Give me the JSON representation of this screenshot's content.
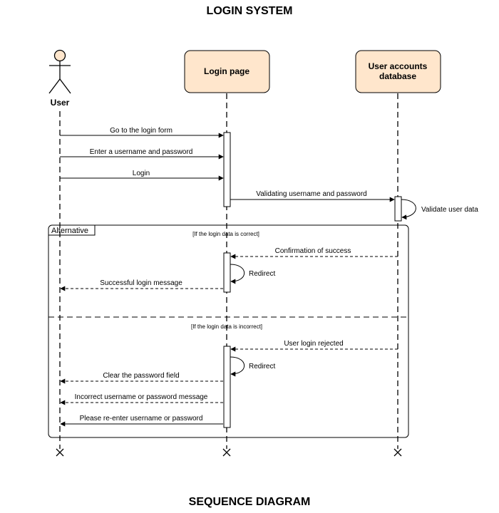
{
  "title": "LOGIN SYSTEM",
  "footer": "SEQUENCE DIAGRAM",
  "colors": {
    "participant_fill": "#ffe6cc",
    "actor_fill": "#ffe6cc",
    "stroke": "#000000"
  },
  "participants": {
    "user": "User",
    "login_page": "Login page",
    "database_line1": "User accounts",
    "database_line2": "database"
  },
  "messages": {
    "go_to_form": "Go to the login form",
    "enter_credentials": "Enter a username and password",
    "login": "Login",
    "validating": "Validating username and password",
    "validate_user_data": "Validate user data",
    "confirmation": "Confirmation of success",
    "redirect_1": "Redirect",
    "successful_login": "Successful login message",
    "login_rejected": "User login rejected",
    "redirect_2": "Redirect",
    "clear_password": "Clear the password field",
    "incorrect_message": "Incorrect username or password message",
    "reenter": "Please re-enter username or password"
  },
  "fragment": {
    "label": "Alternative",
    "guard_correct": "[If the login data is correct]",
    "guard_incorrect": "[If the login data is incorrect]"
  }
}
